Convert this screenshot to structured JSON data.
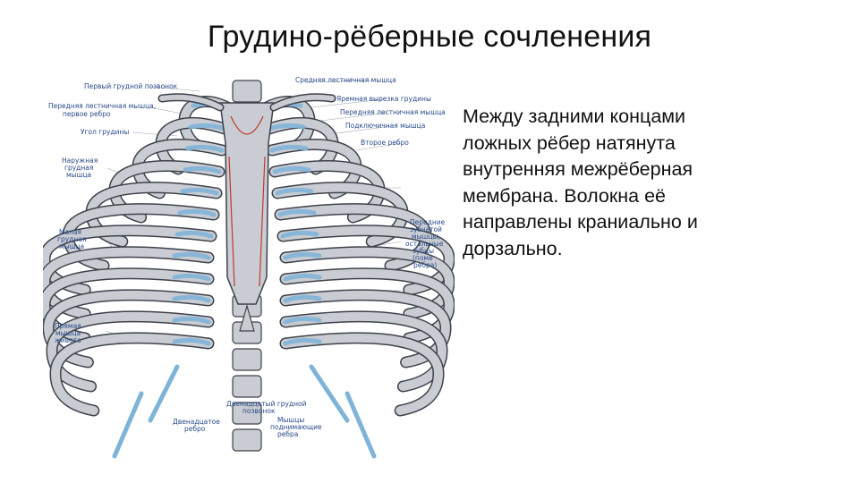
{
  "title": "Грудино-рёберные сочленения",
  "body_text": "Между задними концами\nложных рёбер натянута\nвнутренняя межрёберная\nмембрана. Волокна её\nнаправлены краниально и\nдорзально.",
  "figure": {
    "labels": {
      "first_rib_tubercle": "Первый грудной позвонок",
      "ant_scalene_1": "Передняя лестничная мышца,",
      "ant_scalene_2": "первое ребро",
      "sternal_angle": "Угол грудины",
      "ext_intercostal_1": "Наружная",
      "ext_intercostal_2": "грудная",
      "ext_intercostal_3": "мышца",
      "int_intercostal_1": "Малая",
      "int_intercostal_2": "грудная",
      "int_intercostal_3": "мышца",
      "rectus_1": "Прямая",
      "rectus_2": "мышца",
      "rectus_3": "живота",
      "xiphoid_1": "Двенадцатое",
      "xiphoid_2": "ребро",
      "middle_scalene": "Средняя лестничная мышца",
      "jugular_notch": "Яремная вырезка грудины",
      "ant_scalene_r": "Передняя лестничная мышца",
      "subclavius": "Подключичная мышца",
      "second_rib": "Второе ребро",
      "costal_cart_1": "Передние",
      "costal_cart_2": "зубчатой",
      "costal_cart_3": "мышцы,",
      "costal_cart_4": "остальные",
      "costal_cart_5": "зубцы",
      "costal_cart_6": "(поме",
      "costal_cart_7": "ребра)",
      "t12_1": "Двенадцатый грудной",
      "t12_2": "позвонок",
      "diaphragm_1": "Мышцы",
      "diaphragm_2": "поднимающие",
      "diaphragm_3": "ребра"
    },
    "colors": {
      "bone": "#c9ccd2",
      "bone_shade": "#8d929b",
      "outline": "#3e424a",
      "cartilage": "#7fb4d8",
      "muscle_line": "#c0392b"
    }
  }
}
